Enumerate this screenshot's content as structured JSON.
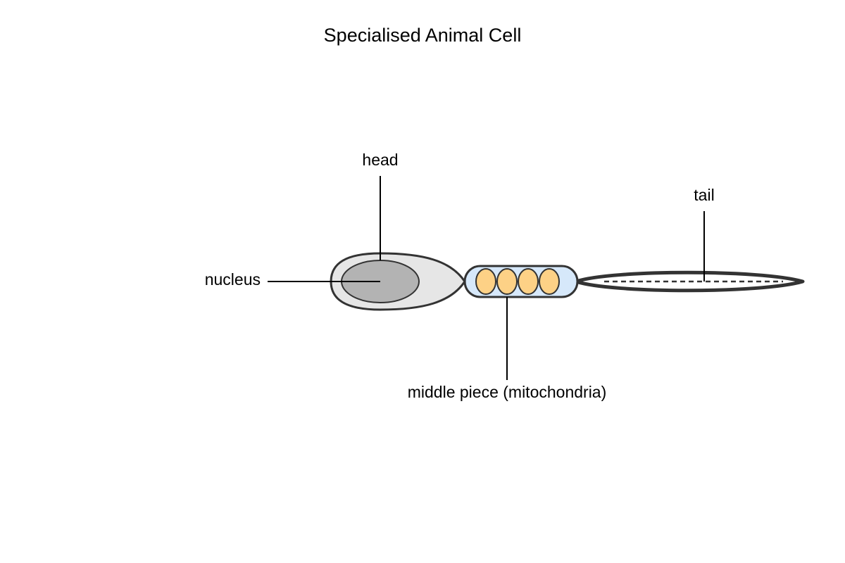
{
  "title": "Specialised Animal Cell",
  "labels": {
    "head": "head",
    "nucleus": "nucleus",
    "tail": "tail",
    "middle_piece": "middle piece (mitochondria)"
  },
  "colors": {
    "head_fill": "#e6e6e6",
    "nucleus_fill": "#b3b3b3",
    "middle_piece_fill": "#d6e8fa",
    "mitochondria_fill": "#fdd186",
    "outline": "#333333",
    "tail_fill": "#ffffff"
  },
  "mitochondria_count": 4
}
